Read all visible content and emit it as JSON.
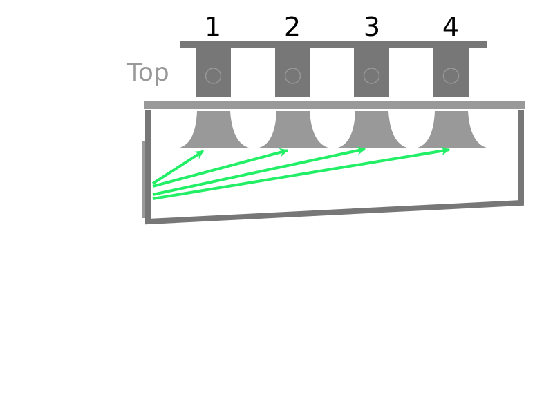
{
  "diagram": {
    "side_label": "Top",
    "ports": [
      {
        "number": "1"
      },
      {
        "number": "2"
      },
      {
        "number": "3"
      },
      {
        "number": "4"
      }
    ],
    "colors": {
      "body": "#777777",
      "light_gray": "#999999",
      "flow_arrows": "#22ee66",
      "label_text": "#000000",
      "background": "#ffffff"
    }
  }
}
